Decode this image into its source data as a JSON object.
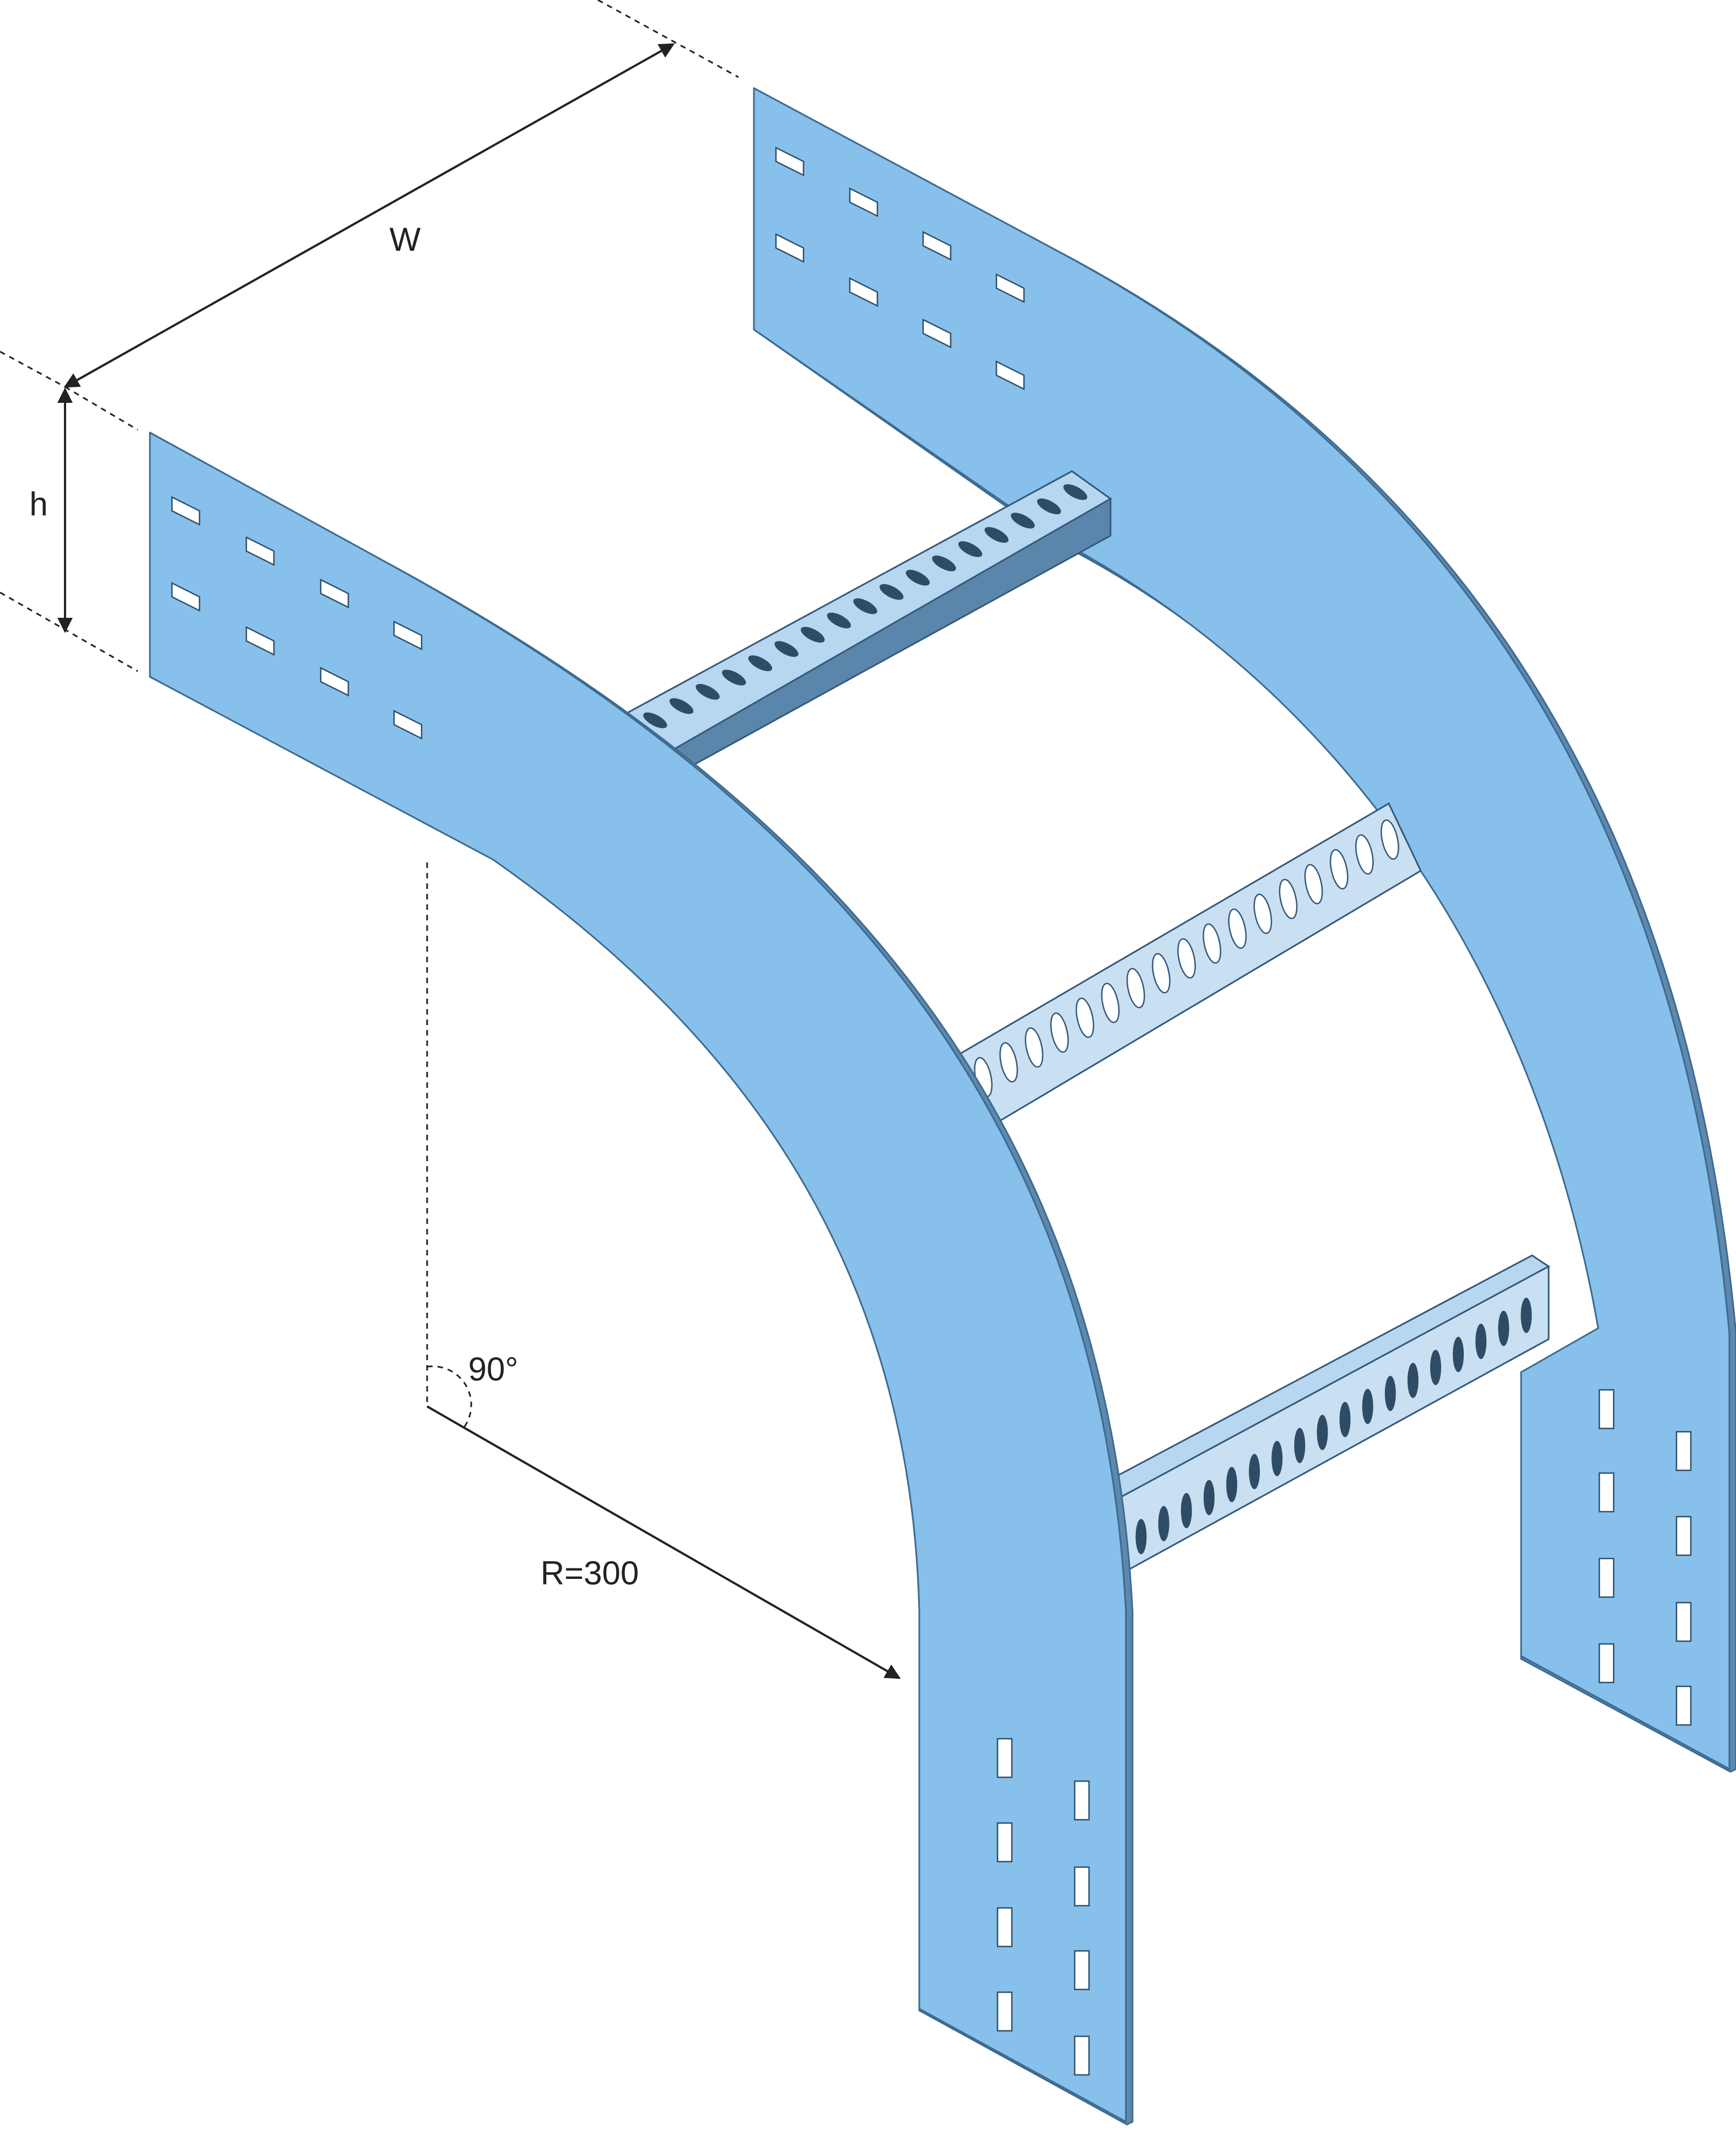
{
  "labels": {
    "width": "W",
    "height": "h",
    "angle": "90°",
    "radius": "R=300"
  },
  "colors": {
    "plate_face": "#87c0ea",
    "plate_edge": "#5f88ae",
    "rung_top": "#b7d6ef",
    "rung_side": "#5b86ab",
    "slot_fill": "#ffffff",
    "dimension_ink": "#222222"
  }
}
